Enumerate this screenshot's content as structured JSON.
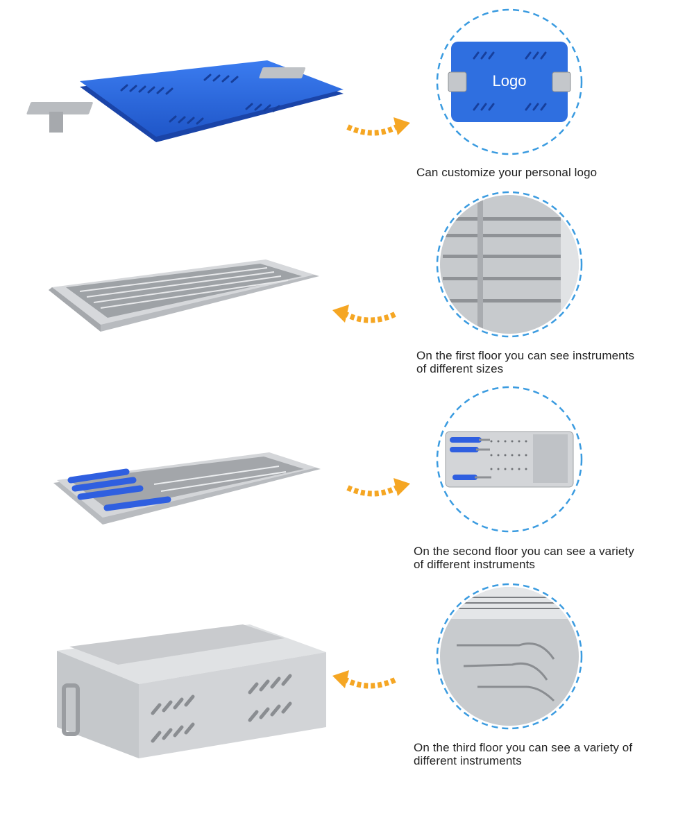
{
  "colors": {
    "lid_blue": "#2f6fe0",
    "dashed_circle": "#3a9be0",
    "arrow_orange": "#f5a623",
    "steel": "#c9cbce",
    "instrument_blue": "#2f5fe0"
  },
  "rows": [
    {
      "product": "lid",
      "detail_icon": "logo-lid-detail",
      "logo_text": "Logo",
      "arrow_direction": "right",
      "caption_lines": [
        "Can customize your personal logo"
      ]
    },
    {
      "product": "first-floor-tray",
      "detail_icon": "first-floor-detail",
      "arrow_direction": "left",
      "caption_lines": [
        "On the first floor you can see instruments",
        "of different sizes"
      ]
    },
    {
      "product": "second-floor-tray",
      "detail_icon": "second-floor-detail",
      "arrow_direction": "right",
      "caption_lines": [
        "On the second floor you can see a variety",
        "of different instruments"
      ]
    },
    {
      "product": "third-floor-box",
      "detail_icon": "third-floor-detail",
      "arrow_direction": "left",
      "caption_lines": [
        "On the third floor you can see a variety of",
        "different instruments"
      ]
    }
  ]
}
